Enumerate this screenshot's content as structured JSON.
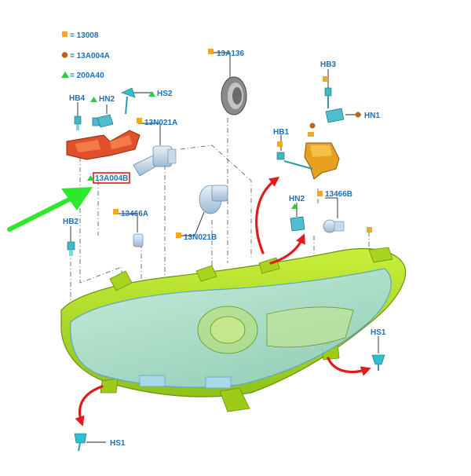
{
  "legend": [
    {
      "marker": "square",
      "color": "#f5a623",
      "text": "= 13008"
    },
    {
      "marker": "circle",
      "color": "#b5651d",
      "text": "= 13A004A"
    },
    {
      "marker": "triangle",
      "color": "#2ecc40",
      "text": "= 200A40"
    }
  ],
  "labels": {
    "hb4": "HB4",
    "hn2_top": "HN2",
    "hs2": "HS2",
    "part_13a136": "13A136",
    "hb3": "HB3",
    "hn1": "HN1",
    "part_13n021a": "13N021A",
    "hb1": "HB1",
    "part_13a004b": "13A004B",
    "hn2_mid": "HN2",
    "part_13466b": "13466B",
    "hb2": "HB2",
    "part_13466a": "13466A",
    "part_13n021b": "13N021B",
    "hs1_right": "HS1",
    "hs1_bottom": "HS1"
  },
  "colors": {
    "label_blue": "#1f6fb5",
    "highlight_red": "#e01b1b",
    "callout_green": "#2ee82e",
    "housing_green": "#b5e61d",
    "lens_blue": "#9fd8ec",
    "bracket_orange": "#e8a020",
    "bracket_red": "#e0502a"
  }
}
